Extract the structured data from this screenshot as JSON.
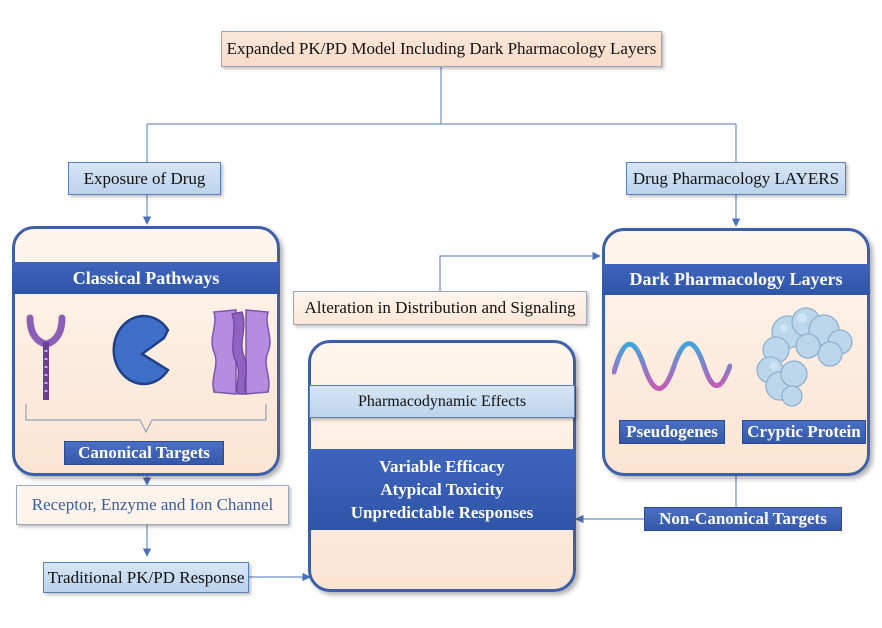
{
  "title": "Expanded PK/PD Model Including Dark Pharmacology Layers",
  "exposure": "Exposure of Drug",
  "drug_layers": "Drug Pharmacology LAYERS",
  "classical": {
    "header": "Classical Pathways",
    "targets_label": "Canonical Targets"
  },
  "receptor_text": "Receptor, Enzyme and Ion Channel",
  "traditional": "Traditional PK/PD Response",
  "alteration": "Alteration in Distribution and Signaling",
  "pd": {
    "header": "Pharmacodynamic Effects",
    "effects": [
      "Variable Efficacy",
      "Atypical Toxicity",
      "Unpredictable Responses"
    ]
  },
  "dark": {
    "header": "Dark Pharmacology Layers",
    "pseudogenes": "Pseudogenes",
    "cryptic": "Cryptic Protein"
  },
  "non_canonical": "Non-Canonical Targets",
  "colors": {
    "panel_border": "#3c5fa6",
    "band_blue": "#2f55a8",
    "receptor_purple": "#8b5fb8",
    "wave_blue": "#3fa6df",
    "wave_pink": "#c65bb3",
    "protein_blue": "#b9d4ea"
  }
}
